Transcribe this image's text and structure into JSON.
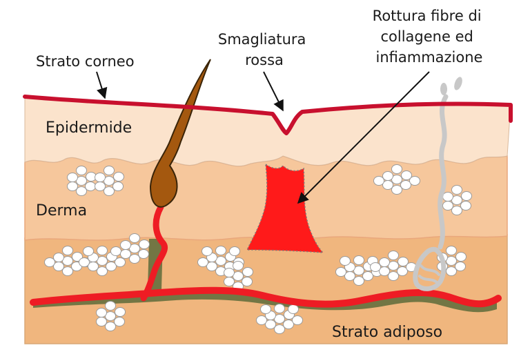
{
  "labels": {
    "strato_corneo": "Strato corneo",
    "smagliatura": [
      "Smagliatura",
      "rossa"
    ],
    "rottura": [
      "Rottura fibre di",
      "collagene ed",
      "infiammazione"
    ],
    "epidermide": "Epidermide",
    "derma": "Derma",
    "strato_adiposo": "Strato adiposo"
  },
  "colors": {
    "corneum_line": "#c8102e",
    "epidermis": "#fbe3cc",
    "dermis": "#f6c79c",
    "adipose": "#f0b67e",
    "stretch_mark": "#ff1a1a",
    "blood_vessel": "#ee1c24",
    "vessel_shadow": "#5d6b3a",
    "hair": "#a4580f",
    "nerve": "#c8c8c8",
    "fat_cell": "#ffffff",
    "fat_cell_stroke": "#9a9a9a"
  }
}
